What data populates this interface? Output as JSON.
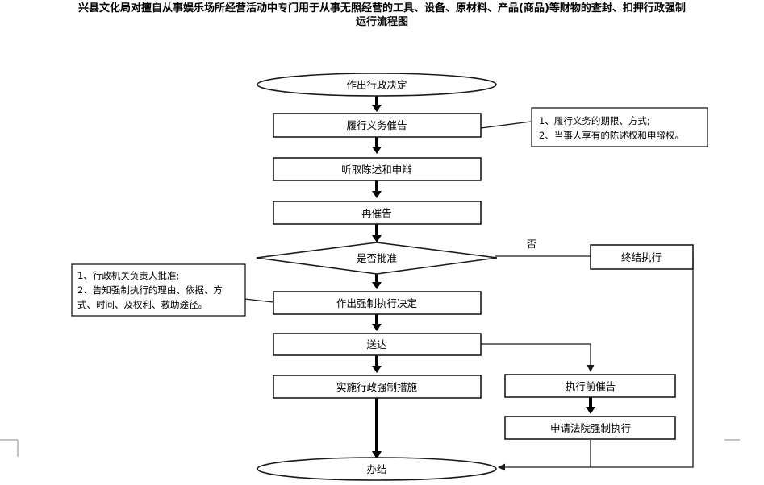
{
  "title": {
    "line1": "兴县文化局对擅自从事娱乐场所经营活动中专门用于从事无照经营的工具、设备、原材料、产品(商品)等财物的查封、扣押行政强制",
    "line2": "运行流程图"
  },
  "nodes": {
    "decision": "作出行政决定",
    "notice": "履行义务催告",
    "hearing": "听取陈述和申辩",
    "renotice": "再催告",
    "approval": "是否批准",
    "terminate": "终结执行",
    "enforce_decision": "作出强制执行决定",
    "deliver": "送达",
    "implement": "实施行政强制措施",
    "pre_notice": "执行前催告",
    "court": "申请法院强制执行",
    "end": "办结"
  },
  "edge_labels": {
    "no": "否"
  },
  "notes": {
    "notice_note": [
      "1、履行义务的期限、方式;",
      "2、当事人享有的陈述权和申辩权。"
    ],
    "enforce_note": [
      "1、行政机关负责人批准;",
      "2、告知强制执行的理由、依据、方",
      "式、时间、及权利、救助途径。"
    ]
  }
}
